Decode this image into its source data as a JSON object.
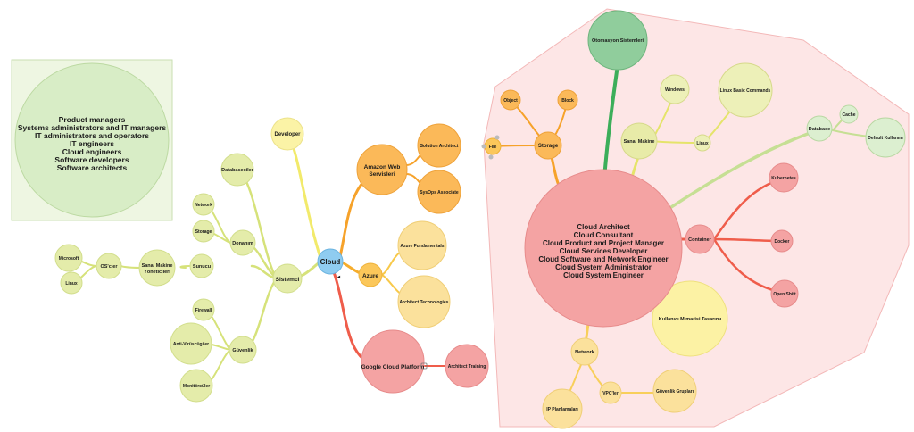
{
  "legend": {
    "lines": [
      "Product managers",
      "Systems administrators and IT managers",
      "IT administrators and operators",
      "IT engineers",
      "Cloud engineers",
      "Software developers",
      "Software architects"
    ]
  },
  "nodes": {
    "cloud": "Cloud",
    "developer": "Developer",
    "databaseciler": "Databaseciler",
    "network_l": "Network",
    "storage_l": "Storage",
    "donanim": "Donanım",
    "sunucu": "Sunucu",
    "microsoft": "Microsoft",
    "linux_l": "Linux",
    "oscler": "OS'cler",
    "sanal_yonetici_1": "Sanal Makine",
    "sanal_yonetici_2": "Yöneticileri",
    "sistemci": "Sistemci",
    "firewall": "Firewall",
    "antivirus": "Anti-Virüscügiler",
    "monitor": "Monitörcüler",
    "guvenlik": "Güvenlik",
    "aws_1": "Amazon Web",
    "aws_2": "Servisleri",
    "solution_architect": "Solution Architect",
    "sysops": "SysOps Associate",
    "azure": "Azure",
    "azure_fund": "Azure Fundamentals",
    "arch_tech": "Architect Technologies",
    "gcp": "Google Cloud Platform",
    "arch_training": "Architect Training",
    "otomasyon": "Otomasyon Sistemleri",
    "object": "Object",
    "block": "Block",
    "file": "File",
    "storage_r": "Storage",
    "sanal_makine": "Sanal Makine",
    "windows": "Windows",
    "linux_r": "Linux",
    "linux_cmds": "Linux Basic Commands",
    "database": "Database",
    "cache": "Cache",
    "default_kullanim": "Default Kullanım",
    "container": "Container",
    "kubernetes": "Kubernetes",
    "docker": "Docker",
    "openshift": "Open Shift",
    "kullanici_mimari": "Kullanıcı Mimarisi Tasarımı",
    "network_r": "Network",
    "ip_plan": "IP Planlamaları",
    "vpcler": "VPC'ler",
    "guvenlik_gruplari": "Güvenlik Grupları",
    "center_lines": [
      "Cloud Architect",
      "Cloud Consultant",
      "Cloud Product and Project Manager",
      "Cloud Services Developer",
      "Cloud Software and Network Engineer",
      "Cloud System Administrator",
      "Cloud System Engineer"
    ]
  },
  "colors": {
    "yellow_green": "#e4ecaa",
    "yellow": "#fbe7a0",
    "orange": "#fbb959",
    "salmon": "#f4a3a3",
    "green": "#90cd9c",
    "blue": "#8fccf0",
    "red_line": "#ef5d4b",
    "region_fill": "#fde6e6"
  }
}
